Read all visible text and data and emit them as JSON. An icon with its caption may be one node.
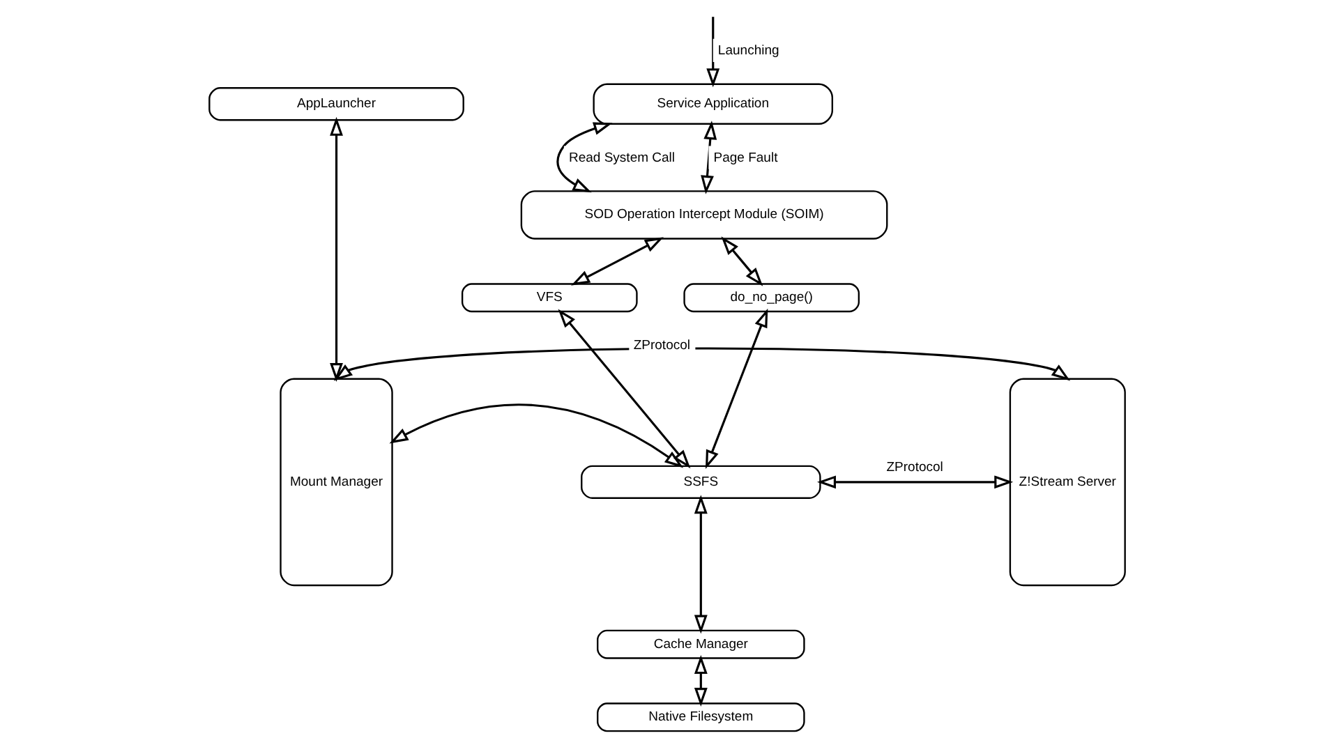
{
  "diagram": {
    "nodes": [
      {
        "text": [
          "AppLauncher"
        ]
      },
      {
        "text": [
          "Mount Manager"
        ]
      },
      {
        "text": [
          "Service Application"
        ]
      },
      {
        "text": [
          "SOD Operation Intercept Module (SOIM)"
        ]
      },
      {
        "text": [
          "VFS"
        ]
      },
      {
        "text": [
          "do_no_page()"
        ]
      },
      {
        "text": [
          "SSFS"
        ]
      },
      {
        "text": [
          "Cache Manager"
        ]
      },
      {
        "text": [
          "Native Filesystem"
        ]
      },
      {
        "text": [
          "Z!Stream Server"
        ]
      }
    ],
    "edges": [
      {
        "from": 0,
        "to": 1,
        "arrow": "both"
      },
      {
        "from": null,
        "to": 2,
        "arrow": "to",
        "label": "Launching"
      },
      {
        "from": 1,
        "to": 9,
        "arrow": "both",
        "label": "ZProtocol"
      },
      {
        "from": 2,
        "to": 3,
        "arrow": "both",
        "label": "Read System Call"
      },
      {
        "from": 2,
        "to": 3,
        "arrow": "both",
        "label": "Page Fault"
      },
      {
        "from": 3,
        "to": 4,
        "arrow": "both"
      },
      {
        "from": 3,
        "to": 5,
        "arrow": "both"
      },
      {
        "from": 4,
        "to": 6,
        "arrow": "both"
      },
      {
        "from": 5,
        "to": 6,
        "arrow": "both"
      },
      {
        "from": 1,
        "to": 6,
        "arrow": "both"
      },
      {
        "from": 6,
        "to": 9,
        "arrow": "both",
        "label": "ZProtocol"
      },
      {
        "from": 6,
        "to": 7,
        "arrow": "both"
      },
      {
        "from": 7,
        "to": 8,
        "arrow": "both"
      }
    ]
  }
}
